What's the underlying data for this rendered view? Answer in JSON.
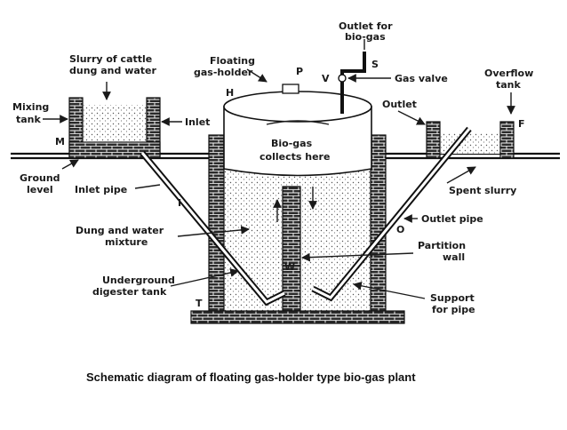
{
  "labels": {
    "outlet_for_biogas_1": "Outlet for",
    "outlet_for_biogas_2": "bio-gas",
    "slurry_1": "Slurry of cattle",
    "slurry_2": "dung and water",
    "floating_1": "Floating",
    "floating_2": "gas-holder",
    "p": "P",
    "v": "V",
    "s": "S",
    "gas_valve": "Gas valve",
    "overflow_1": "Overflow",
    "overflow_2": "tank",
    "h": "H",
    "mixing_1": "Mixing",
    "mixing_2": "tank",
    "inlet": "Inlet",
    "outlet": "Outlet",
    "f": "F",
    "m": "M",
    "biogas_1": "Bio-gas",
    "biogas_2": "collects here",
    "ground_1": "Ground",
    "ground_2": "level",
    "inlet_pipe": "Inlet pipe",
    "i": "I",
    "spent_slurry": "Spent slurry",
    "outlet_pipe": "Outlet pipe",
    "o": "O",
    "dung_1": "Dung and water",
    "dung_2": "mixture",
    "partition_1": "Partition",
    "partition_2": "wall",
    "w": "W",
    "underground_1": "Underground",
    "underground_2": "digester tank",
    "support_1": "Support",
    "support_2": "for pipe",
    "t": "T"
  },
  "caption": "Schematic diagram of floating gas-holder type bio-gas plant"
}
